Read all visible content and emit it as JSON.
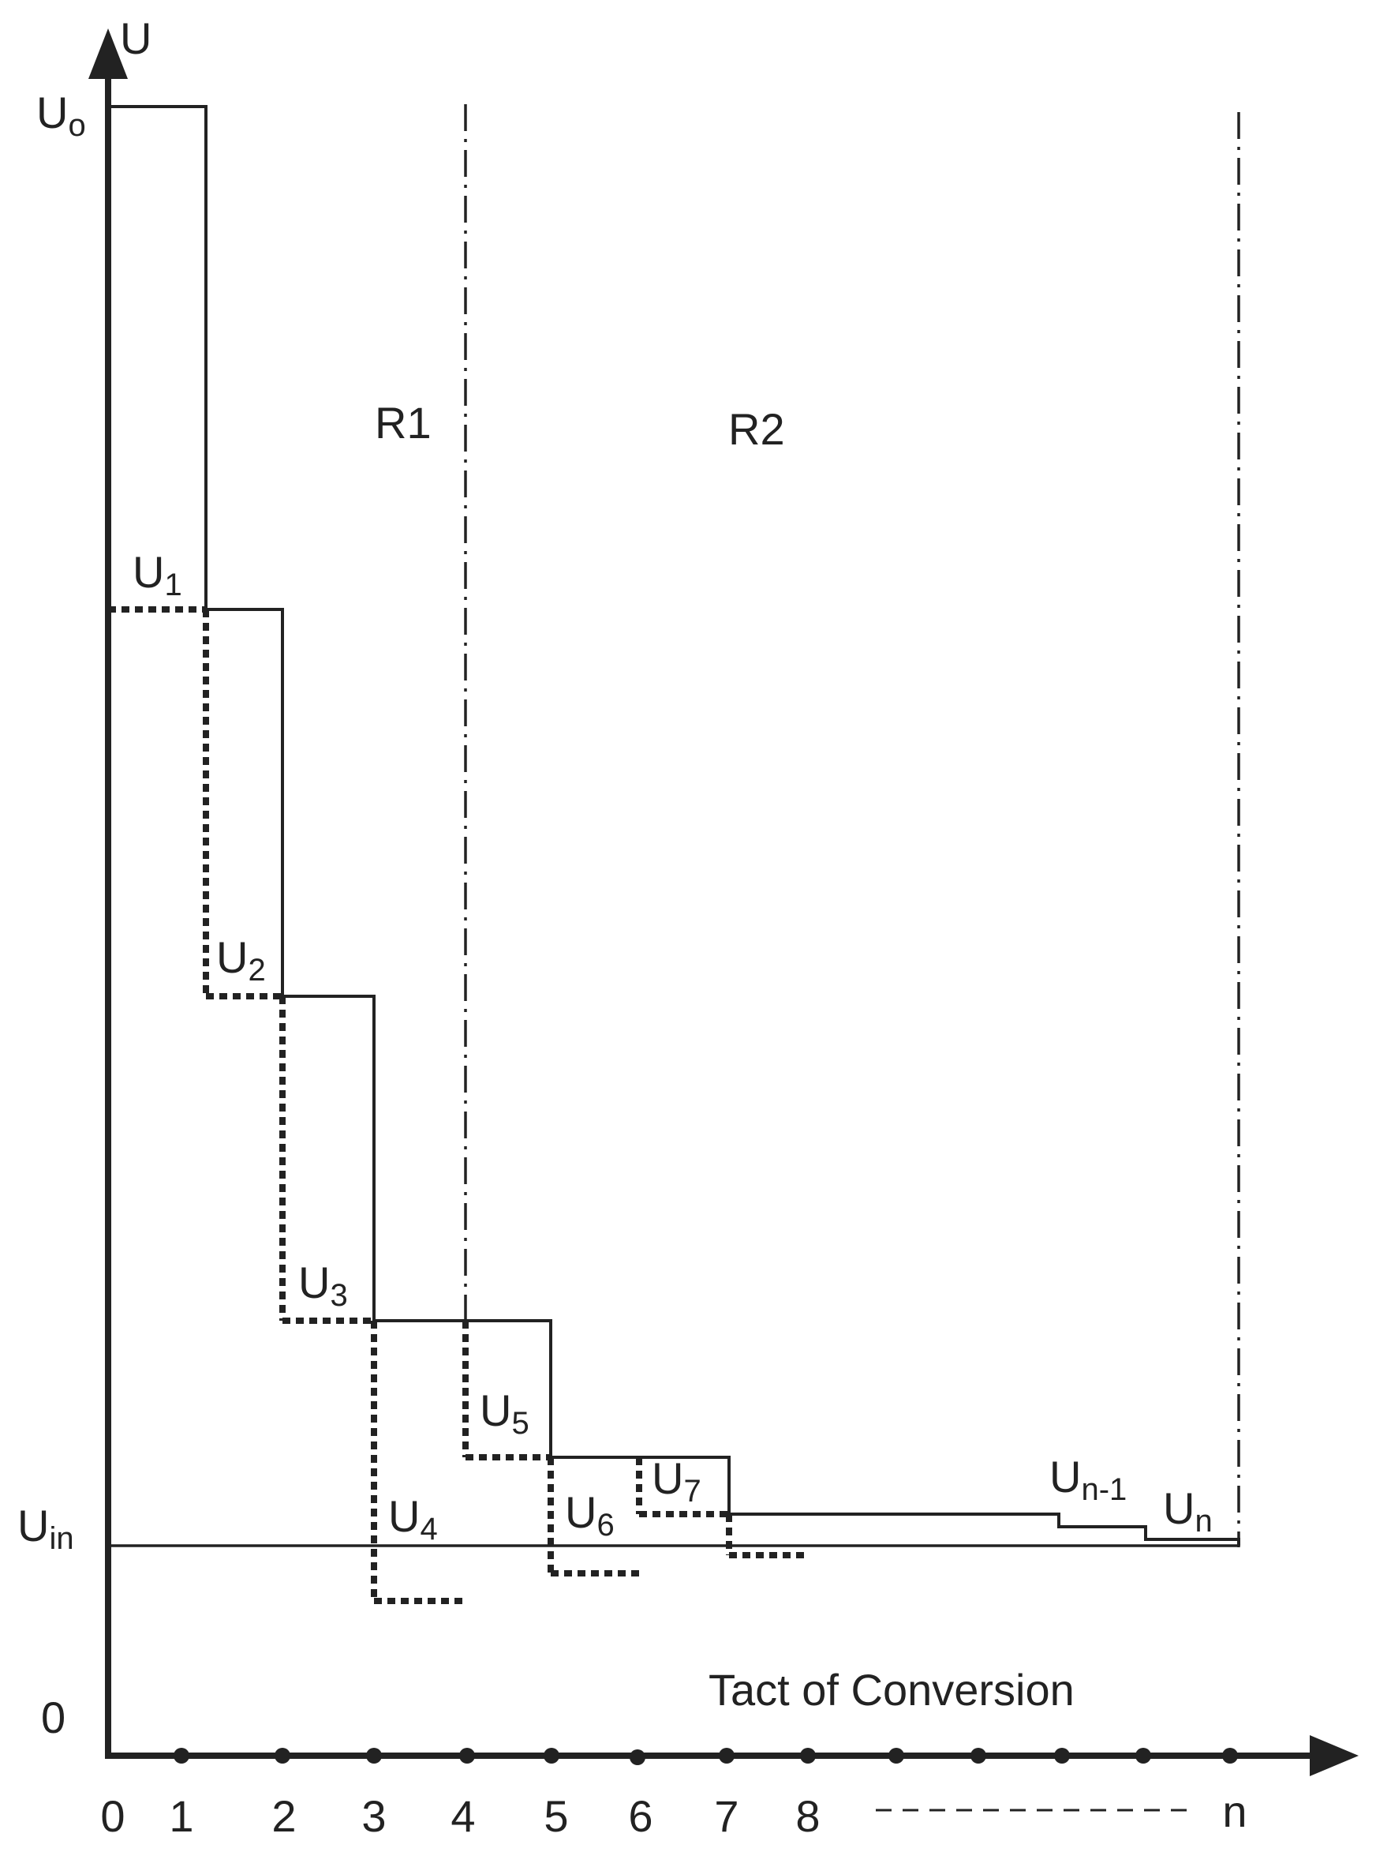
{
  "axes": {
    "y_label": "U",
    "x_title": "Tact of Conversion",
    "origin_label": "0",
    "x_ticks": [
      "0",
      "1",
      "2",
      "3",
      "4",
      "5",
      "6",
      "7",
      "8",
      "n"
    ]
  },
  "regions": {
    "r1": "R1",
    "r2": "R2"
  },
  "levels": {
    "u0": {
      "main": "U",
      "sub": "o"
    },
    "uin": {
      "main": "U",
      "sub": "in"
    },
    "u1": {
      "main": "U",
      "sub": "1"
    },
    "u2": {
      "main": "U",
      "sub": "2"
    },
    "u3": {
      "main": "U",
      "sub": "3"
    },
    "u4": {
      "main": "U",
      "sub": "4"
    },
    "u5": {
      "main": "U",
      "sub": "5"
    },
    "u6": {
      "main": "U",
      "sub": "6"
    },
    "u7": {
      "main": "U",
      "sub": "7"
    },
    "un1": {
      "main": "U",
      "sub": "n-1"
    },
    "un": {
      "main": "U",
      "sub": "n"
    }
  },
  "colors": {
    "ink": "#222222",
    "background": "#ffffff"
  }
}
